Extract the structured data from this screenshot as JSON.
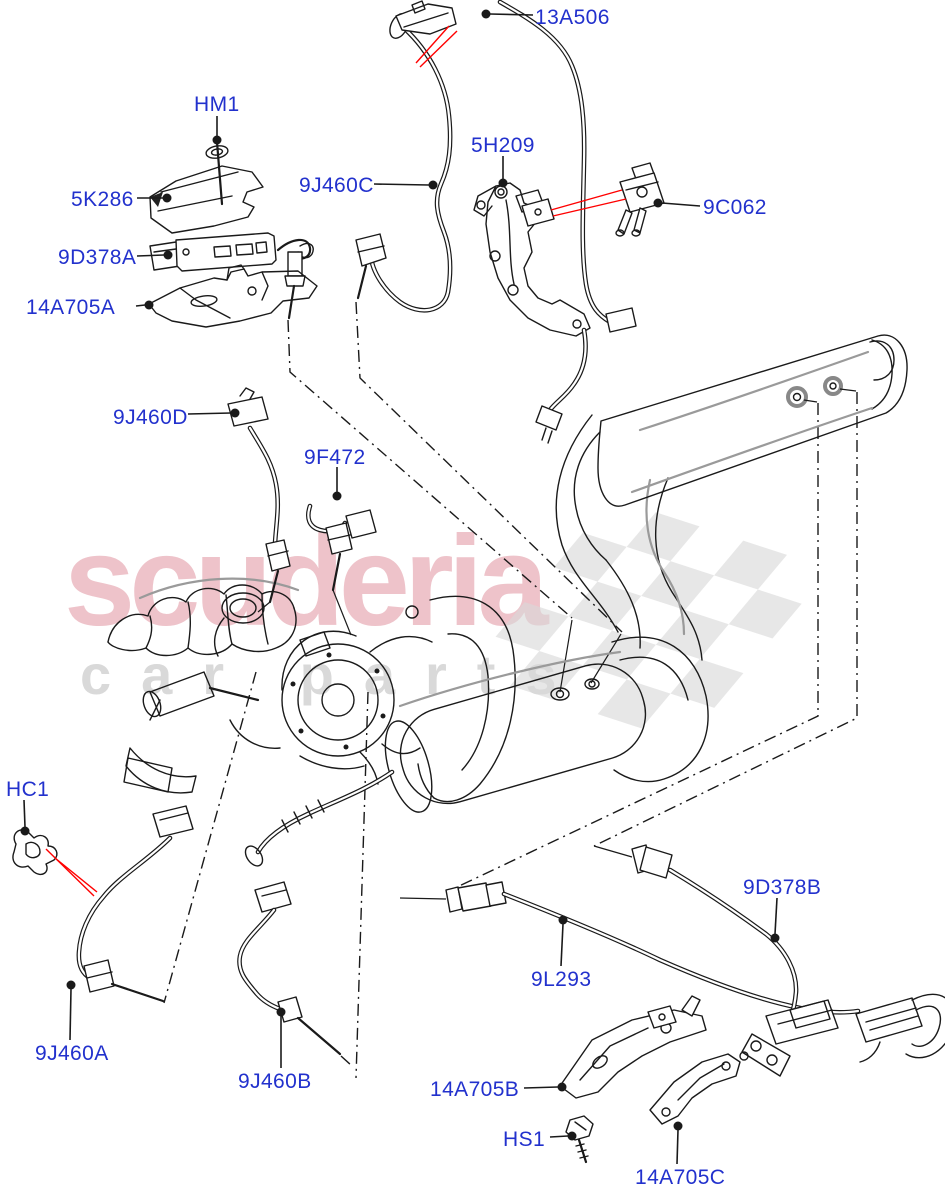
{
  "watermark": {
    "title": "scuderia",
    "subtitle": "car parts"
  },
  "parts": [
    {
      "code": "HM1"
    },
    {
      "code": "5K286"
    },
    {
      "code": "9D378A"
    },
    {
      "code": "14A705A"
    },
    {
      "code": "9J460C"
    },
    {
      "code": "13A506"
    },
    {
      "code": "5H209"
    },
    {
      "code": "9C062"
    },
    {
      "code": "9J460D"
    },
    {
      "code": "9F472"
    },
    {
      "code": "HC1"
    },
    {
      "code": "9J460A"
    },
    {
      "code": "9J460B"
    },
    {
      "code": "9L293"
    },
    {
      "code": "9D378B"
    },
    {
      "code": "14A705B"
    },
    {
      "code": "HS1"
    },
    {
      "code": "14A705C"
    }
  ],
  "colors": {
    "label_blue": "#2231cd",
    "arrow_red": "#ff0000",
    "line_black": "#1a1a1a",
    "shade_gray": "#9a9a9a",
    "watermark_pink": "#eec3ca",
    "watermark_gray": "#d9d9d9",
    "checker_gray": "#d8d8d8",
    "background": "#ffffff"
  }
}
